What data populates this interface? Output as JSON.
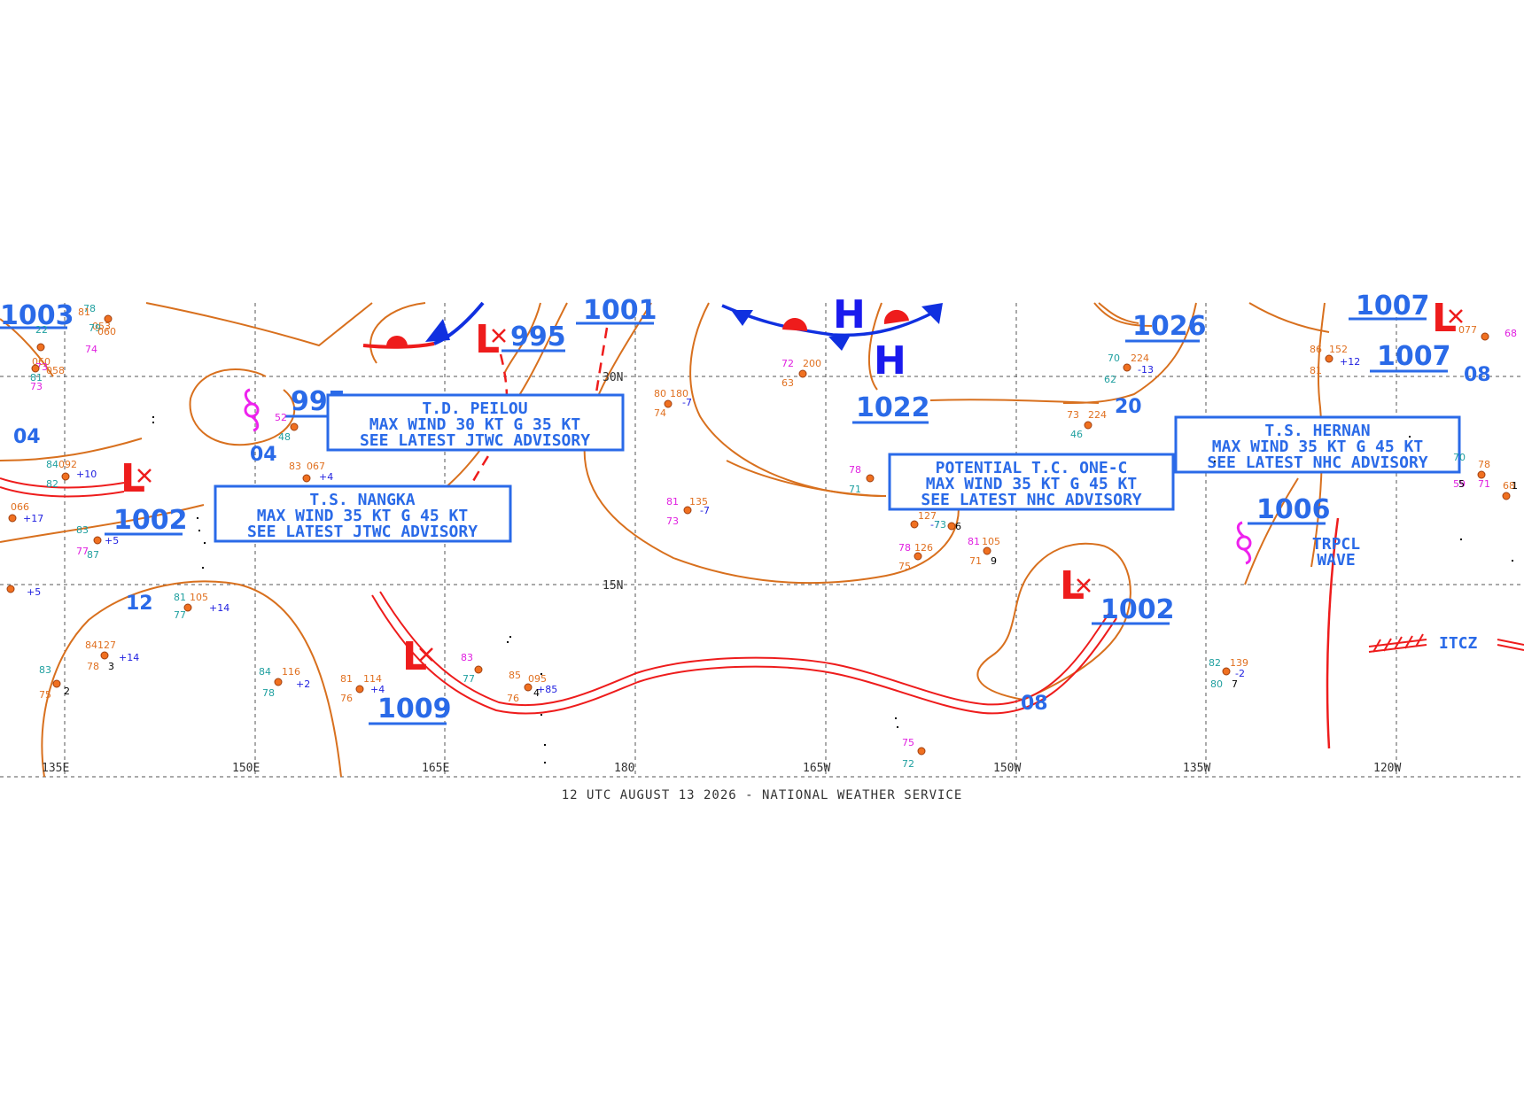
{
  "colors": {
    "isobar": "#d8701e",
    "label_blue": "#2a6ae8",
    "front_red": "#ee1c1c",
    "front_blue": "#1030e0",
    "low_red": "#ee1c1c",
    "high_blue": "#1a1aee",
    "tropical_magenta": "#ee22ee",
    "grid": "#555555"
  },
  "longitude_labels": [
    "135E",
    "150E",
    "165E",
    "180",
    "165W",
    "150W",
    "135W",
    "120W"
  ],
  "latitude_labels": [
    "30N",
    "15N"
  ],
  "footer": "12 UTC AUGUST 13 2026 - NATIONAL WEATHER SERVICE",
  "pressure_labels": [
    "1003",
    "04",
    "04",
    "1002",
    "12",
    "995",
    "995",
    "1001",
    "1009",
    "1022",
    "20",
    "1026",
    "1006",
    "1002",
    "08",
    "1007",
    "1007",
    "08"
  ],
  "highs": [
    "H",
    "H"
  ],
  "low_symbol": "L",
  "advisories": [
    {
      "lines": [
        "T.D. PEILOU",
        "MAX WIND 30 KT G 35 KT",
        "SEE LATEST JTWC ADVISORY"
      ]
    },
    {
      "lines": [
        "T.S. NANGKA",
        "MAX WIND 35 KT G 45 KT",
        "SEE LATEST JTWC ADVISORY"
      ]
    },
    {
      "lines": [
        "POTENTIAL T.C. ONE-C",
        "MAX WIND 35 KT G 45 KT",
        "SEE LATEST NHC ADVISORY"
      ]
    },
    {
      "lines": [
        "T.S. HERNAN",
        "MAX WIND 35 KT G 45 KT",
        "SEE LATEST NHC ADVISORY"
      ]
    }
  ],
  "wave_label": [
    "TRPCL",
    "WAVE"
  ],
  "itcz_label": "ITCZ",
  "station_values": [
    "78",
    "81",
    "053",
    "79",
    "060",
    "74",
    "22",
    "060",
    "73",
    "81",
    "058",
    "73",
    "84",
    "092",
    "+10",
    "82",
    "066",
    "+17",
    "83",
    "+5",
    "77",
    "87",
    "+5",
    "52",
    "48",
    "83",
    "067",
    "+4",
    "80",
    "180",
    "-7",
    "74",
    "72",
    "200",
    "63",
    "81",
    "135",
    "-7",
    "73",
    "70",
    "224",
    "-13",
    "62",
    "73",
    "224",
    "46",
    "86",
    "152",
    "+12",
    "81",
    "78",
    "71",
    "127",
    "-7",
    "73",
    "6",
    "78",
    "126",
    "75",
    "81",
    "105",
    "71",
    "9",
    "81",
    "105",
    "+14",
    "77",
    "84",
    "127",
    "+14",
    "78",
    "3",
    "83",
    "75",
    "2",
    "84",
    "116",
    "+2",
    "78",
    "81",
    "114",
    "+4",
    "76",
    "83",
    "77",
    "85",
    "095",
    "+85",
    "76",
    "4",
    "82",
    "139",
    "-2",
    "80",
    "7",
    "75",
    "72",
    "077",
    "68",
    "70",
    "78",
    "59",
    "5",
    "68",
    "71",
    "1"
  ]
}
